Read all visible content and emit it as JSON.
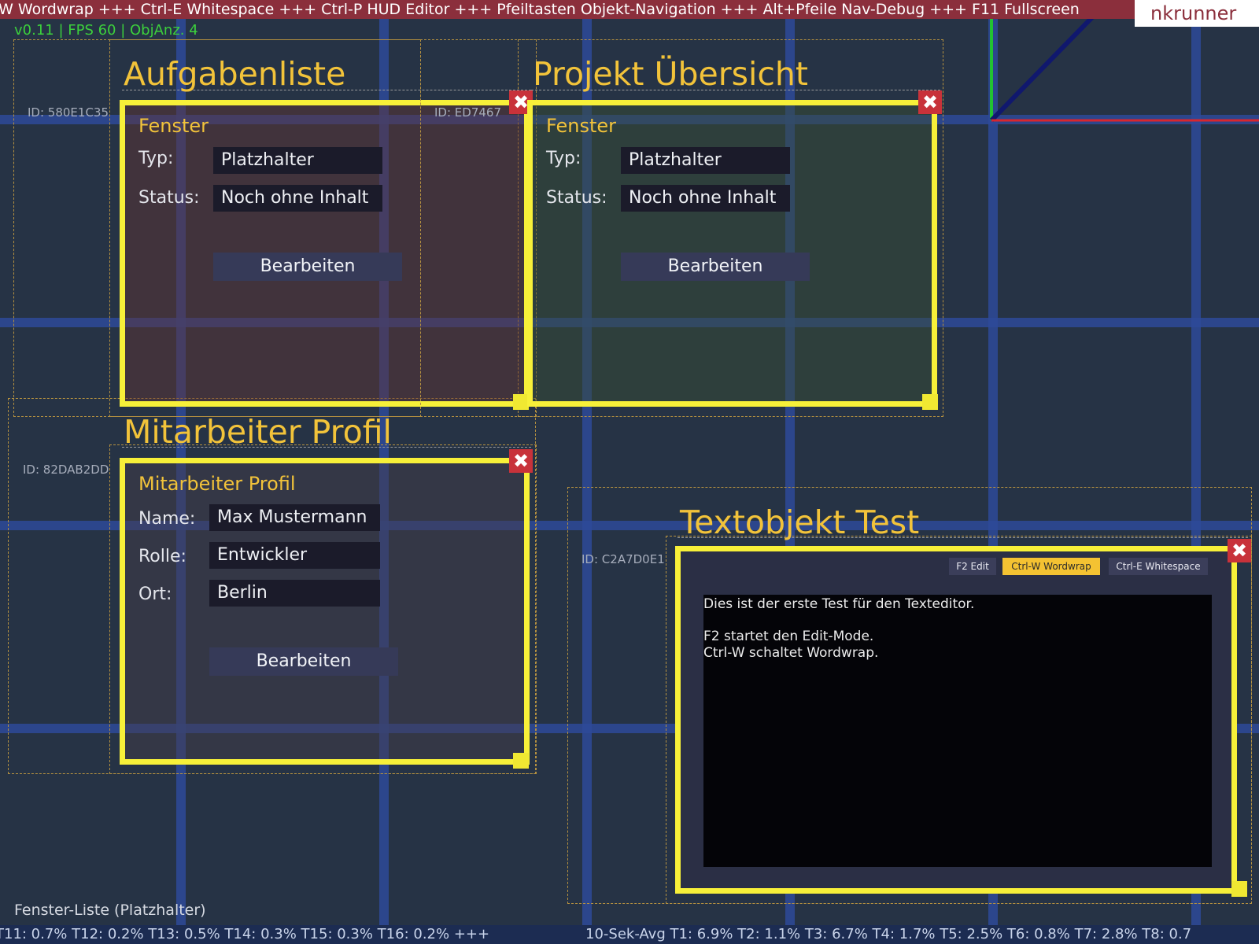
{
  "ticker": {
    "text": "-W Wordwrap +++ Ctrl-E Whitespace +++ Ctrl-P HUD Editor +++ Pfeiltasten Objekt-Navigation +++ Alt+Pfeile Nav-Debug +++ F11 Fullscreen"
  },
  "app": {
    "name": "nkrunner"
  },
  "hud": {
    "version": "v0.11 | FPS 60 | ObjAnz. 4"
  },
  "colors": {
    "background": "#263345",
    "grid": "#2e4a99",
    "accent_yellow": "#f7f039",
    "title_gold": "#f2c33a",
    "close_red": "#c8323a",
    "ticker_red": "#8b2f3c"
  },
  "windows": {
    "aufgaben": {
      "id_label": "ID: 580E1C35",
      "title": "Aufgabenliste",
      "panel_title": "Fenster",
      "typ_label": "Typ:",
      "typ_value": "Platzhalter",
      "status_label": "Status:",
      "status_value": "Noch ohne Inhalt",
      "button": "Bearbeiten",
      "close": "✖"
    },
    "projekt": {
      "id_label": "ID: ED7467",
      "title": "Projekt Übersicht",
      "panel_title": "Fenster",
      "typ_label": "Typ:",
      "typ_value": "Platzhalter",
      "status_label": "Status:",
      "status_value": "Noch ohne Inhalt",
      "button": "Bearbeiten",
      "close": "✖"
    },
    "mitarbeiter": {
      "id_label": "ID: 82DAB2DD",
      "title": "Mitarbeiter Profil",
      "panel_title": "Mitarbeiter Profil",
      "name_label": "Name:",
      "name_value": "Max Mustermann",
      "rolle_label": "Rolle:",
      "rolle_value": "Entwickler",
      "ort_label": "Ort:",
      "ort_value": "Berlin",
      "button": "Bearbeiten",
      "close": "✖"
    },
    "textobjekt": {
      "id_label": "ID: C2A7D0E1",
      "title": "Textobjekt Test",
      "close": "✖",
      "toolbar": {
        "f2_edit": "F2 Edit",
        "wordwrap": "Ctrl-W Wordwrap",
        "whitespace": "Ctrl-E Whitespace"
      },
      "lines": [
        "Dies ist der erste Test für den Texteditor.",
        "",
        "F2 startet den Edit-Mode.",
        "Ctrl-W schaltet Wordwrap."
      ]
    }
  },
  "footer": {
    "window_list": "Fenster-Liste (Platzhalter)",
    "status_left": "T11: 0.7% T12: 0.2% T13: 0.5% T14: 0.3% T15: 0.3% T16: 0.2% +++",
    "status_right": "10-Sek-Avg T1: 6.9% T2: 1.1% T3: 6.7% T4: 1.7% T5: 2.5% T6: 0.8% T7: 2.8% T8: 0.7"
  }
}
